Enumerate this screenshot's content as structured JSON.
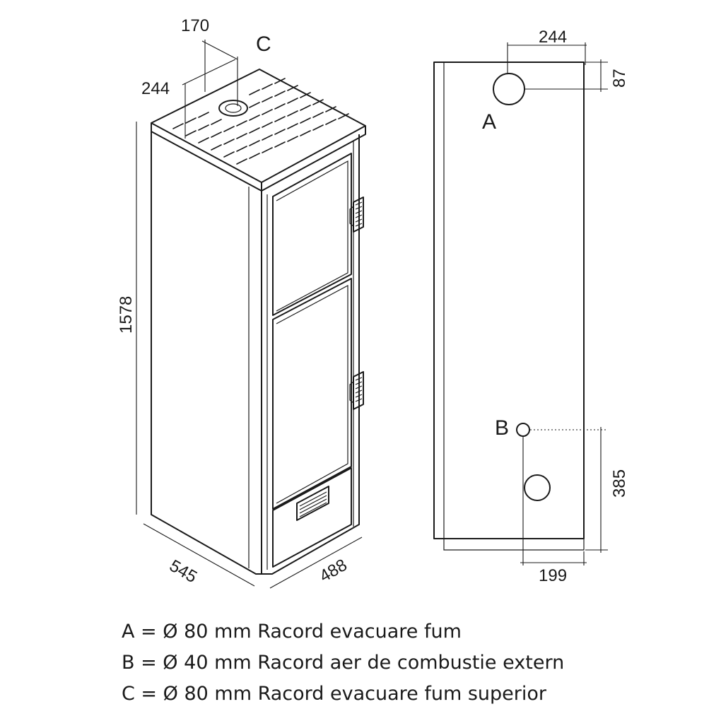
{
  "dimensions": {
    "top_offset": "170",
    "top_depth": "244",
    "height": "1578",
    "depth": "545",
    "width": "488",
    "side_top": "244",
    "side_top_v": "87",
    "side_bottom_v": "385",
    "side_bottom_h": "199"
  },
  "labels": {
    "a": "A",
    "b": "B",
    "c": "C"
  },
  "legend": [
    "A = Ø 80 mm Racord evacuare fum",
    "B = Ø 40 mm Racord aer de combustie extern",
    "C = Ø 80 mm Racord evacuare fum superior"
  ]
}
